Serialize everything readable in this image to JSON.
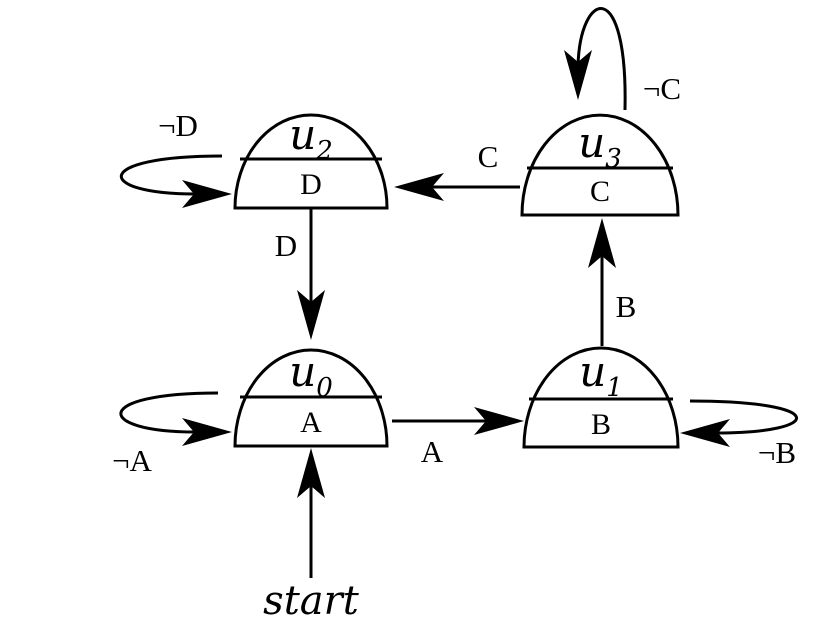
{
  "states": {
    "u0": {
      "name": "u",
      "index": "0",
      "output": "A"
    },
    "u1": {
      "name": "u",
      "index": "1",
      "output": "B"
    },
    "u2": {
      "name": "u",
      "index": "2",
      "output": "D"
    },
    "u3": {
      "name": "u",
      "index": "3",
      "output": "C"
    }
  },
  "edges": {
    "u0_to_u1": "A",
    "u1_to_u3": "B",
    "u3_to_u2": "C",
    "u2_to_u0": "D",
    "u0_self": "¬A",
    "u1_self": "¬B",
    "u2_self": "¬D",
    "u3_self": "¬C"
  },
  "start_label": "start"
}
